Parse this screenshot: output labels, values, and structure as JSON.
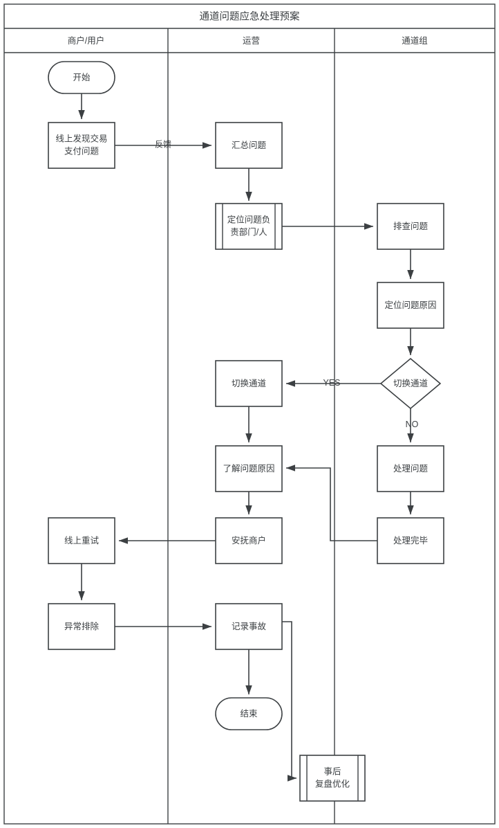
{
  "diagram": {
    "title": "通道问题应急处理预案",
    "type": "swimlane-flowchart",
    "colors": {
      "stroke": "#3c4043",
      "fill": "#ffffff",
      "text": "#3c4043",
      "background": "#ffffff"
    },
    "lanes": [
      {
        "id": "lane-merchant",
        "label": "商户/用户"
      },
      {
        "id": "lane-operations",
        "label": "运营"
      },
      {
        "id": "lane-channel",
        "label": "通道组"
      }
    ],
    "nodes": [
      {
        "id": "n-start",
        "label": "开始",
        "shape": "terminator",
        "lane": "lane-merchant"
      },
      {
        "id": "n-discover",
        "label": "线上发现交易\n支付问题",
        "shape": "process",
        "lane": "lane-merchant"
      },
      {
        "id": "n-collect",
        "label": "汇总问题",
        "shape": "process",
        "lane": "lane-operations"
      },
      {
        "id": "n-locate-owner",
        "label": "定位问题负\n责部门/人",
        "shape": "predefined-process",
        "lane": "lane-operations"
      },
      {
        "id": "n-investigate",
        "label": "排查问题",
        "shape": "process",
        "lane": "lane-channel"
      },
      {
        "id": "n-locate-cause",
        "label": "定位问题原因",
        "shape": "process",
        "lane": "lane-channel"
      },
      {
        "id": "n-switch-dec",
        "label": "切换通道",
        "shape": "decision",
        "lane": "lane-channel"
      },
      {
        "id": "n-switch-do",
        "label": "切换通道",
        "shape": "process",
        "lane": "lane-operations"
      },
      {
        "id": "n-handle",
        "label": "处理问题",
        "shape": "process",
        "lane": "lane-channel"
      },
      {
        "id": "n-understand",
        "label": "了解问题原因",
        "shape": "process",
        "lane": "lane-operations"
      },
      {
        "id": "n-done",
        "label": "处理完毕",
        "shape": "process",
        "lane": "lane-channel"
      },
      {
        "id": "n-appease",
        "label": "安抚商户",
        "shape": "process",
        "lane": "lane-operations"
      },
      {
        "id": "n-retry",
        "label": "线上重试",
        "shape": "process",
        "lane": "lane-merchant"
      },
      {
        "id": "n-resolved",
        "label": "异常排除",
        "shape": "process",
        "lane": "lane-merchant"
      },
      {
        "id": "n-record",
        "label": "记录事故",
        "shape": "process",
        "lane": "lane-operations"
      },
      {
        "id": "n-end",
        "label": "结束",
        "shape": "terminator",
        "lane": "lane-operations"
      },
      {
        "id": "n-review",
        "label": "事后\n复盘优化",
        "shape": "predefined-process",
        "lane": "lane-operations"
      }
    ],
    "node_labels": {
      "start": "开始",
      "discover_line1": "线上发现交易",
      "discover_line2": "支付问题",
      "collect": "汇总问题",
      "locate_owner_line1": "定位问题负",
      "locate_owner_line2": "责部门/人",
      "investigate": "排查问题",
      "locate_cause": "定位问题原因",
      "switch_decision": "切换通道",
      "switch_do": "切换通道",
      "handle": "处理问题",
      "understand": "了解问题原因",
      "done": "处理完毕",
      "appease": "安抚商户",
      "retry": "线上重试",
      "resolved": "异常排除",
      "record": "记录事故",
      "end": "结束",
      "review_line1": "事后",
      "review_line2": "复盘优化"
    },
    "edge_labels": {
      "feedback": "反馈",
      "yes": "YES",
      "no": "NO"
    },
    "edges": [
      {
        "from": "n-start",
        "to": "n-discover",
        "label": ""
      },
      {
        "from": "n-discover",
        "to": "n-collect",
        "label": "反馈"
      },
      {
        "from": "n-collect",
        "to": "n-locate-owner",
        "label": ""
      },
      {
        "from": "n-locate-owner",
        "to": "n-investigate",
        "label": ""
      },
      {
        "from": "n-investigate",
        "to": "n-locate-cause",
        "label": ""
      },
      {
        "from": "n-locate-cause",
        "to": "n-switch-dec",
        "label": ""
      },
      {
        "from": "n-switch-dec",
        "to": "n-switch-do",
        "label": "YES"
      },
      {
        "from": "n-switch-dec",
        "to": "n-handle",
        "label": "NO"
      },
      {
        "from": "n-switch-do",
        "to": "n-understand",
        "label": ""
      },
      {
        "from": "n-handle",
        "to": "n-done",
        "label": ""
      },
      {
        "from": "n-done",
        "to": "n-understand",
        "label": ""
      },
      {
        "from": "n-understand",
        "to": "n-appease",
        "label": ""
      },
      {
        "from": "n-appease",
        "to": "n-retry",
        "label": ""
      },
      {
        "from": "n-retry",
        "to": "n-resolved",
        "label": ""
      },
      {
        "from": "n-resolved",
        "to": "n-record",
        "label": ""
      },
      {
        "from": "n-record",
        "to": "n-end",
        "label": ""
      },
      {
        "from": "n-record",
        "to": "n-review",
        "label": ""
      }
    ]
  }
}
